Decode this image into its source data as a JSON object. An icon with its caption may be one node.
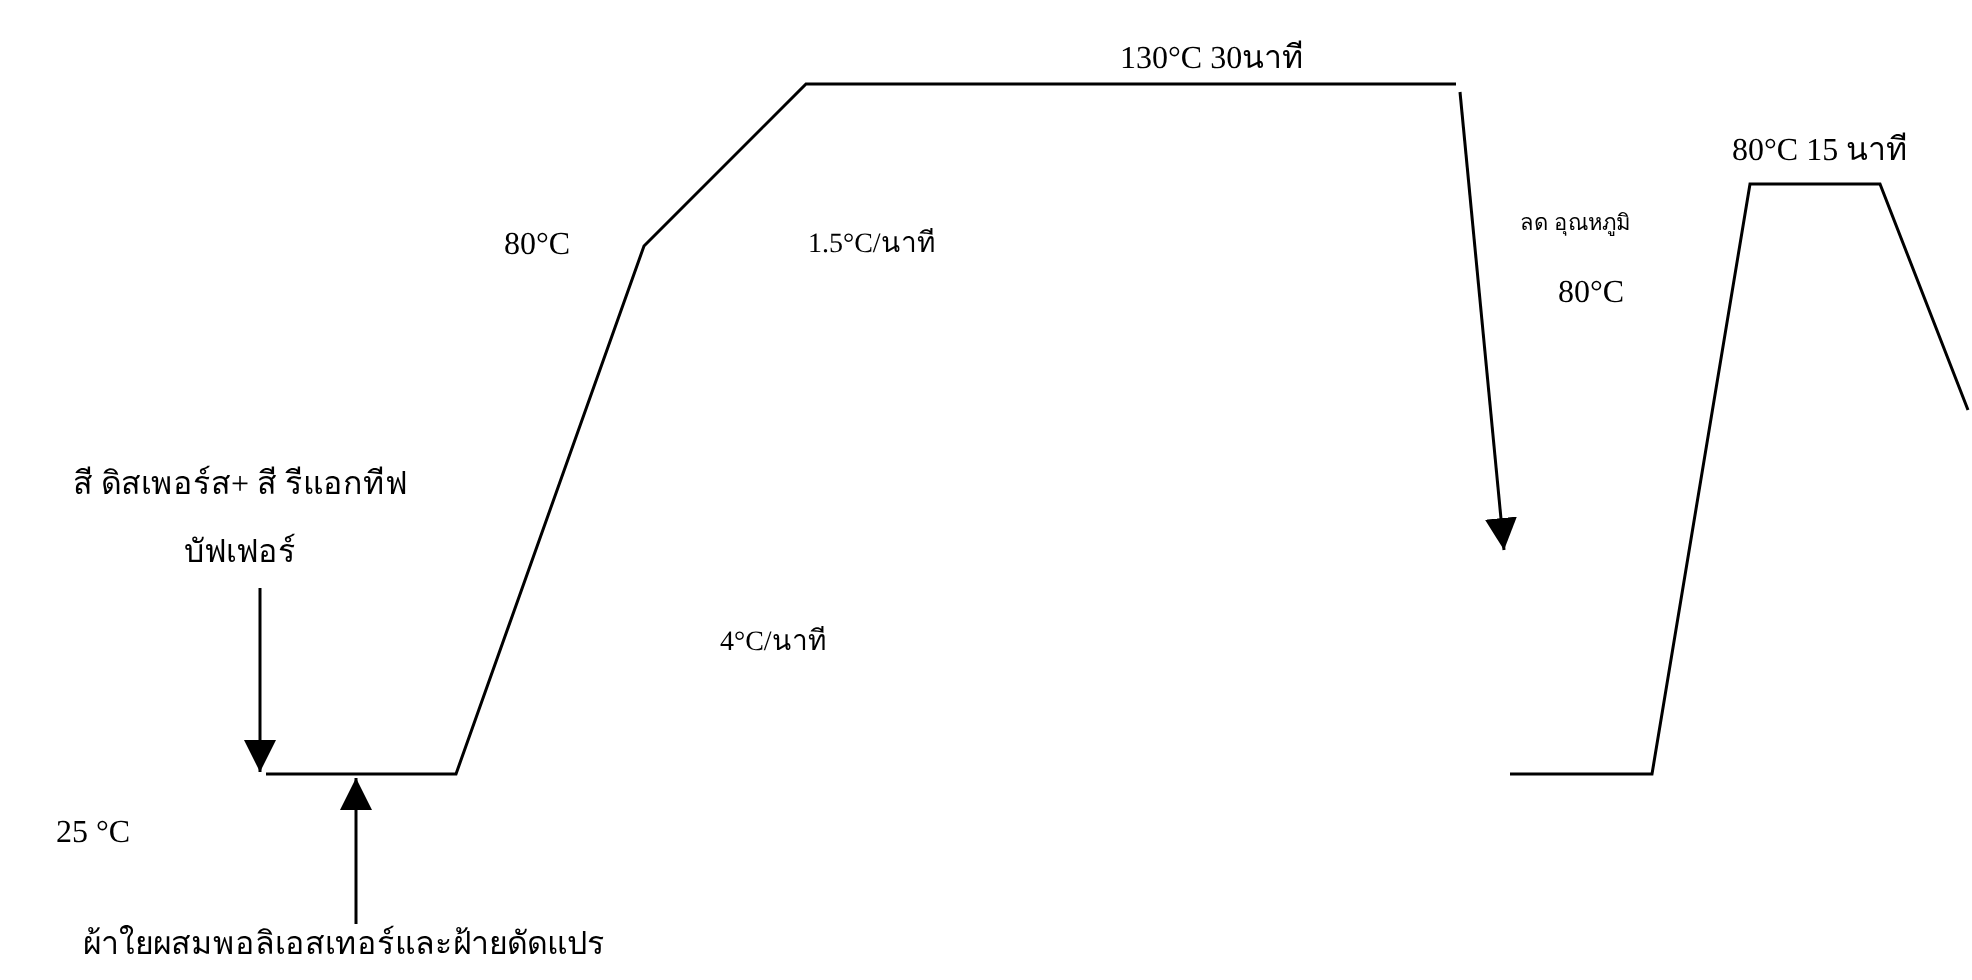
{
  "diagram": {
    "nodes": [
      {
        "text": [
          "สี ดิสเพอร์ส+ สี รีแอกทีฟ บัฟเฟอร์"
        ]
      },
      {
        "text": [
          "ผ้าใยผสมพอลิเอสเทอร์และฝ้ายดัดแปร"
        ]
      }
    ],
    "edges": [
      {
        "from": 0,
        "to": null,
        "arrow": "to"
      },
      {
        "from": 1,
        "to": null,
        "arrow": "to"
      }
    ],
    "labels": [
      "130°C 30นาที",
      "ลด อุณหภูมิ",
      "80°C",
      "1.5°C/นาที",
      "80°C",
      "80°C 15 นาที",
      "4°C/นาที",
      "25 °C"
    ]
  }
}
